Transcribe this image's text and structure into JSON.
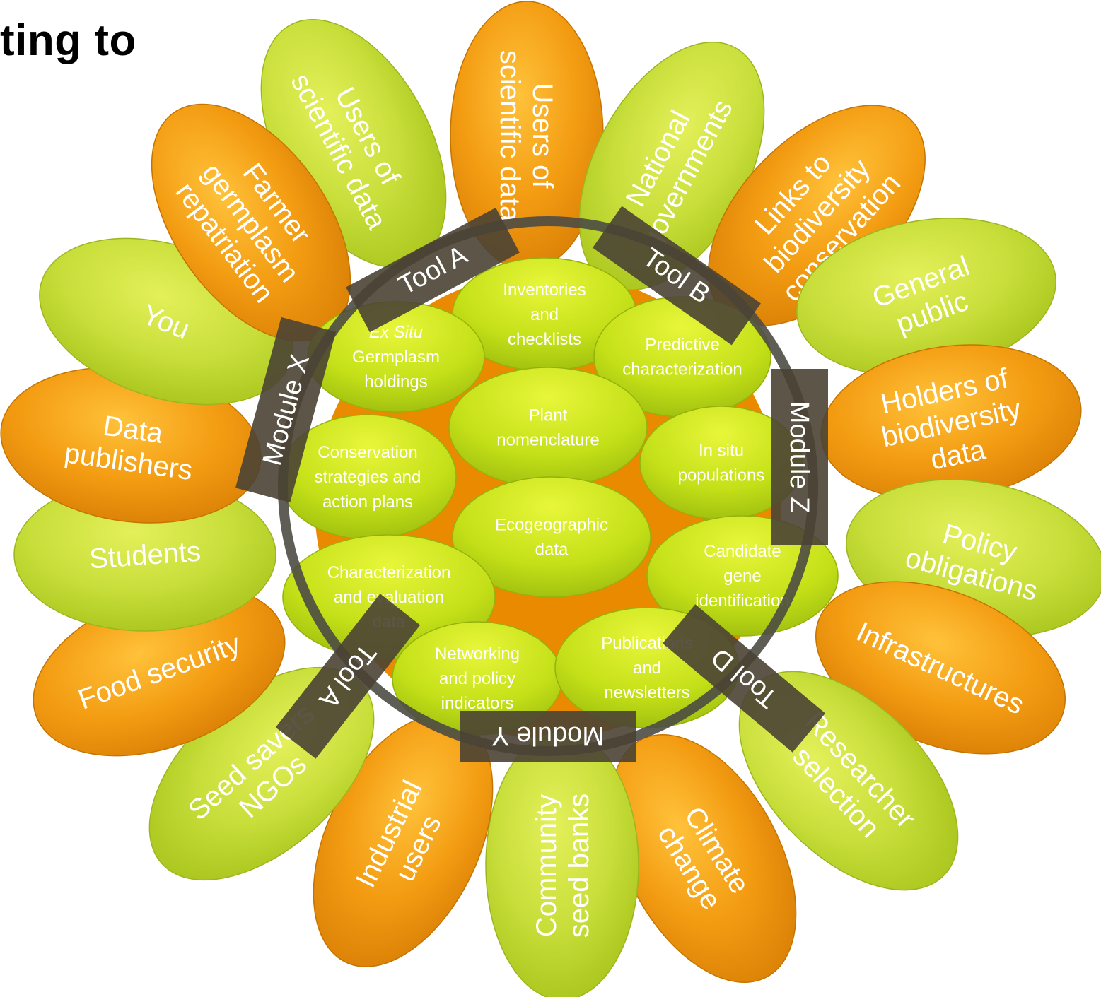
{
  "title": "ting to",
  "colors": {
    "orange_petal": "#f29a0e",
    "green_petal": "#c2dc35",
    "inner_green": "#c7e51d",
    "band": "#4a4234",
    "text": "#ffffff"
  },
  "outer_petals": [
    {
      "lines": [
        "Users of",
        "scientific data"
      ],
      "color": "green"
    },
    {
      "lines": [
        "Users of",
        "scientific data"
      ],
      "color": "orange"
    },
    {
      "lines": [
        "National",
        "governments"
      ],
      "color": "green"
    },
    {
      "lines": [
        "Links to",
        "biodiversity",
        "conservation"
      ],
      "color": "orange"
    },
    {
      "lines": [
        "General",
        "public"
      ],
      "color": "green"
    },
    {
      "lines": [
        "Holders of",
        "biodiversity",
        "data"
      ],
      "color": "orange"
    },
    {
      "lines": [
        "Policy",
        "obligations"
      ],
      "color": "green"
    },
    {
      "lines": [
        "Infrastructures"
      ],
      "color": "orange"
    },
    {
      "lines": [
        "Researcher",
        "selection"
      ],
      "color": "green"
    },
    {
      "lines": [
        "Climate",
        "change"
      ],
      "color": "orange"
    },
    {
      "lines": [
        "Community",
        "seed banks"
      ],
      "color": "green"
    },
    {
      "lines": [
        "Industrial",
        "users"
      ],
      "color": "orange"
    },
    {
      "lines": [
        "Seed savers",
        "NGOs"
      ],
      "color": "green"
    },
    {
      "lines": [
        "Food security"
      ],
      "color": "orange"
    },
    {
      "lines": [
        "Students"
      ],
      "color": "green"
    },
    {
      "lines": [
        "Data",
        "publishers"
      ],
      "color": "orange"
    },
    {
      "lines": [
        "You"
      ],
      "color": "green"
    },
    {
      "lines": [
        "Farmer",
        "germplasm",
        "repatriation"
      ],
      "color": "orange"
    }
  ],
  "inner_ovals": [
    {
      "lines": [
        "Inventories",
        "and",
        "checklists"
      ]
    },
    {
      "lines": [
        "Ex Situ",
        "Germplasm",
        "holdings"
      ],
      "italic_first_line": true
    },
    {
      "lines": [
        "Predictive",
        "characterization"
      ]
    },
    {
      "lines": [
        "Plant",
        "nomenclature"
      ]
    },
    {
      "lines": [
        "Conservation",
        "strategies and",
        "action plans"
      ]
    },
    {
      "lines": [
        "In situ",
        "populations"
      ]
    },
    {
      "lines": [
        "Ecogeographic",
        "data"
      ]
    },
    {
      "lines": [
        "Characterization",
        "and evaluation",
        "data"
      ]
    },
    {
      "lines": [
        "Candidate",
        "gene",
        "identification"
      ]
    },
    {
      "lines": [
        "Networking",
        "and policy",
        "indicators"
      ]
    },
    {
      "lines": [
        "Publications",
        "and",
        "newsletters"
      ]
    }
  ],
  "bands": [
    {
      "label": "Tool A"
    },
    {
      "label": "Tool B"
    },
    {
      "label": "Module Z"
    },
    {
      "label": "Tool D"
    },
    {
      "label": "Module Y"
    },
    {
      "label": "Tool A"
    },
    {
      "label": "Module X"
    }
  ]
}
